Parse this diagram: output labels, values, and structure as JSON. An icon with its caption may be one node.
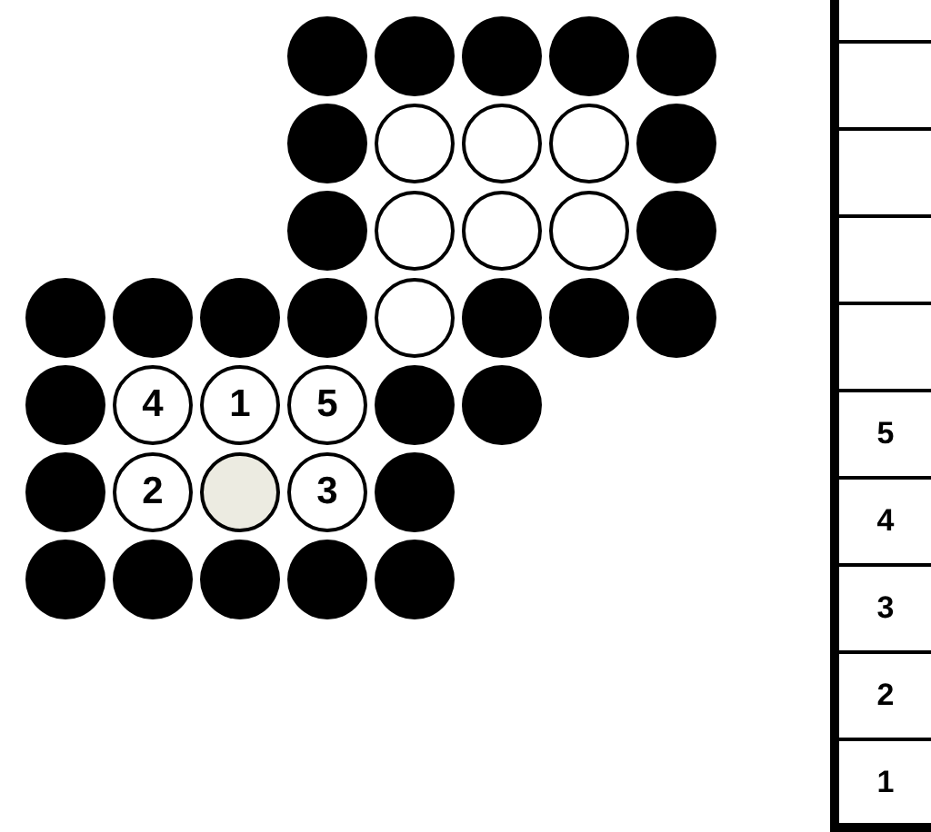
{
  "diagram": {
    "nodes": [
      {
        "text": [],
        "shape": "circle"
      },
      {
        "text": [],
        "shape": "circle"
      },
      {
        "text": [],
        "shape": "circle"
      },
      {
        "text": [],
        "shape": "circle"
      },
      {
        "text": [],
        "shape": "circle"
      },
      {
        "text": [],
        "shape": "circle"
      },
      {
        "text": [],
        "shape": "circle"
      },
      {
        "text": [],
        "shape": "circle"
      },
      {
        "text": [],
        "shape": "circle"
      },
      {
        "text": [],
        "shape": "circle"
      },
      {
        "text": [],
        "shape": "circle"
      },
      {
        "text": [],
        "shape": "circle"
      },
      {
        "text": [],
        "shape": "circle"
      },
      {
        "text": [],
        "shape": "circle"
      },
      {
        "text": [],
        "shape": "circle"
      },
      {
        "text": [],
        "shape": "circle"
      },
      {
        "text": [],
        "shape": "circle"
      },
      {
        "text": [],
        "shape": "circle"
      },
      {
        "text": [],
        "shape": "circle"
      },
      {
        "text": [],
        "shape": "circle"
      },
      {
        "text": [],
        "shape": "circle"
      },
      {
        "text": [],
        "shape": "circle"
      },
      {
        "text": [],
        "shape": "circle"
      },
      {
        "text": [],
        "shape": "circle"
      },
      {
        "text": [
          "4"
        ]
      },
      {
        "text": [
          "1"
        ]
      },
      {
        "text": [
          "5"
        ]
      },
      {
        "text": [],
        "shape": "circle"
      },
      {
        "text": [],
        "shape": "circle"
      },
      {
        "text": [],
        "shape": "circle"
      },
      {
        "text": [
          "2"
        ]
      },
      {
        "text": [],
        "shape": "circle"
      },
      {
        "text": [
          "3"
        ]
      },
      {
        "text": [],
        "shape": "circle"
      },
      {
        "text": [],
        "shape": "circle"
      },
      {
        "text": [],
        "shape": "circle"
      },
      {
        "text": [],
        "shape": "circle"
      },
      {
        "text": [],
        "shape": "circle"
      },
      {
        "text": [],
        "shape": "circle"
      }
    ],
    "labels": [
      "5",
      "4",
      "3",
      "2",
      "1"
    ]
  }
}
